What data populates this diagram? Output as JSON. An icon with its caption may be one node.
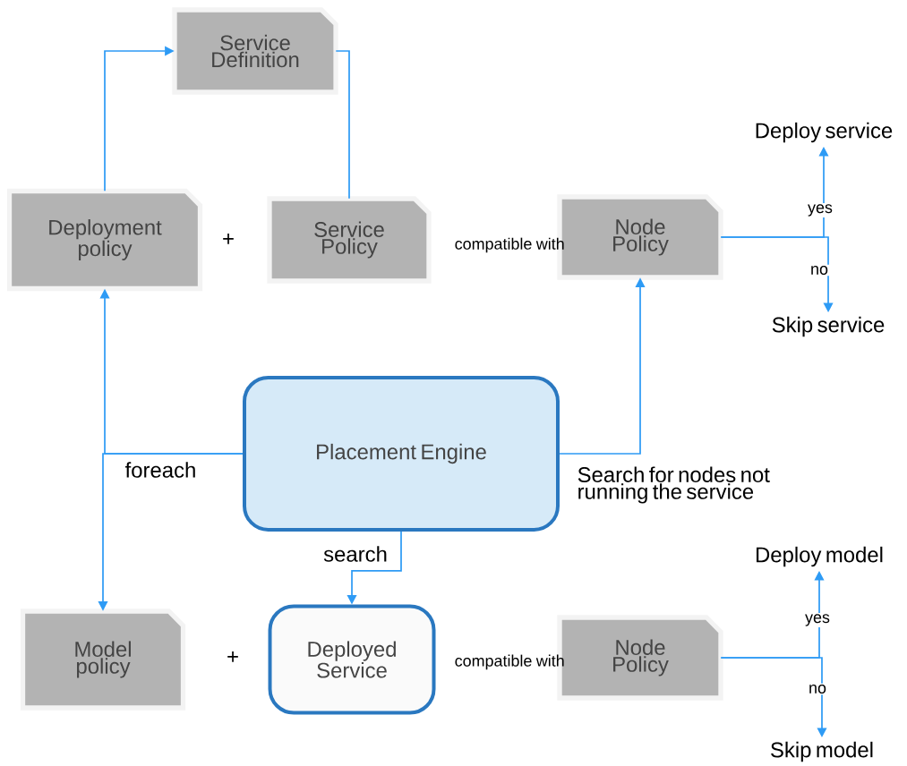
{
  "diagram": {
    "nodes": [
      {
        "text": [
          "Service Definition"
        ]
      },
      {
        "text": [
          "Deployment policy"
        ]
      },
      {
        "text": [
          "Service Policy"
        ]
      },
      {
        "text": [
          "Node Policy"
        ]
      },
      {
        "text": [
          "Deploy service"
        ]
      },
      {
        "text": [
          "Skip service"
        ]
      },
      {
        "text": [
          "Placement Engine"
        ]
      },
      {
        "text": [
          "Model policy"
        ]
      },
      {
        "text": [
          "Deployed Service"
        ]
      },
      {
        "text": [
          "Node Policy"
        ]
      },
      {
        "text": [
          "Deploy model"
        ]
      },
      {
        "text": [
          "Skip model"
        ]
      }
    ],
    "edges": [
      {
        "from": 1,
        "to": 0,
        "arrow": "to"
      },
      {
        "from": 0,
        "to": 2,
        "arrow": "none"
      },
      {
        "from": 3,
        "to": 4,
        "arrow": "to",
        "label": "yes"
      },
      {
        "from": 3,
        "to": 5,
        "arrow": "to",
        "label": "no"
      },
      {
        "from": 6,
        "to": 1,
        "arrow": "to"
      },
      {
        "from": 6,
        "to": 7,
        "arrow": "to",
        "label": "foreach"
      },
      {
        "from": 6,
        "to": 3,
        "arrow": "to",
        "label": "Search for nodes not running the service"
      },
      {
        "from": 6,
        "to": 8,
        "arrow": "to",
        "label": "search"
      },
      {
        "from": 9,
        "to": 10,
        "arrow": "to",
        "label": "yes"
      },
      {
        "from": 9,
        "to": 11,
        "arrow": "to",
        "label": "no"
      }
    ],
    "labels": [
      "+",
      "compatible with",
      "+",
      "compatible with"
    ]
  }
}
